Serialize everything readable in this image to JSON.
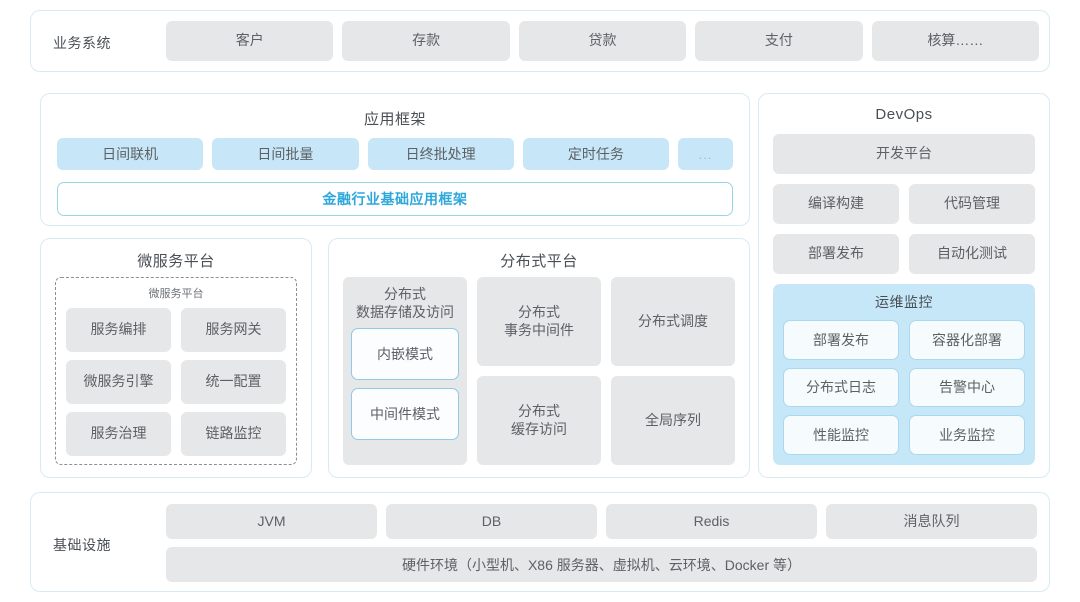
{
  "business_systems": {
    "label": "业务系统",
    "items": [
      "客户",
      "存款",
      "贷款",
      "支付",
      "核算……"
    ]
  },
  "app_framework": {
    "title": "应用框架",
    "chips": [
      "日间联机",
      "日间批量",
      "日终批处理",
      "定时任务"
    ],
    "ellipsis": "...",
    "base_bar": "金融行业基础应用框架",
    "base_bar_color": "#2ea7db"
  },
  "micro_platform": {
    "title": "微服务平台",
    "inner_label": "微服务平台",
    "items": [
      "服务编排",
      "服务网关",
      "微服务引擎",
      "统一配置",
      "服务治理",
      "链路监控"
    ]
  },
  "dist_platform": {
    "title": "分布式平台",
    "left_column": {
      "title": "分布式\n数据存储及访问",
      "modes": [
        "内嵌模式",
        "中间件模式"
      ]
    },
    "mid_column": [
      "分布式\n事务中间件",
      "分布式\n缓存访问"
    ],
    "right_column": [
      "分布式调度",
      "全局序列"
    ]
  },
  "devops": {
    "title": "DevOps",
    "platform": "开发平台",
    "row1": [
      "编译构建",
      "代码管理"
    ],
    "row2": [
      "部署发布",
      "自动化测试"
    ],
    "ops_monitor": {
      "title": "运维监控",
      "items": [
        "部署发布",
        "容器化部署",
        "分布式日志",
        "告警中心",
        "性能监控",
        "业务监控"
      ],
      "panel_color": "#c5e7f7"
    }
  },
  "infrastructure": {
    "label": "基础设施",
    "items": [
      "JVM",
      "DB",
      "Redis",
      "消息队列"
    ],
    "hardware": "硬件环境（小型机、X86 服务器、虚拟机、云环境、Docker 等）"
  },
  "theme": {
    "card_border": "#d6ecf3",
    "chip_gray": "#e6e7e8",
    "chip_blue": "#c7e6f7",
    "accent": "#2ea7db"
  }
}
